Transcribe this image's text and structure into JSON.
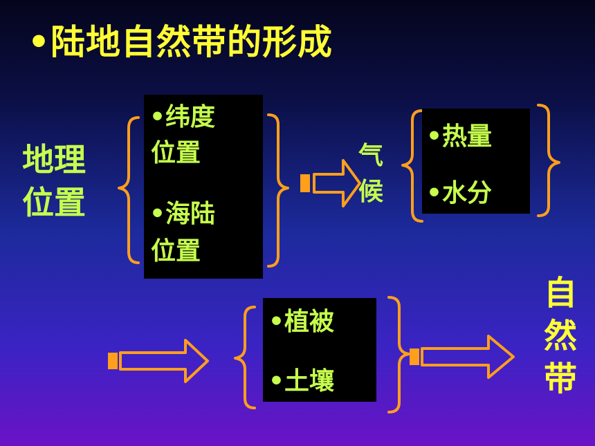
{
  "title": "•陆地自然带的形成",
  "geography": {
    "line1": "地理",
    "line2": "位置"
  },
  "position_box": {
    "latitude_line1": "•纬度",
    "latitude_line2": "位置",
    "land_sea_line1": "•海陆",
    "land_sea_line2": "位置"
  },
  "climate": {
    "line1": "气",
    "line2": "候"
  },
  "climate_box": {
    "heat": "•热量",
    "water": "•水分"
  },
  "soil_box": {
    "vegetation": "•植被",
    "soil": "•土壤"
  },
  "nature_zone": {
    "c1": "自",
    "c2": "然",
    "c3": "带"
  },
  "colors": {
    "title": "#ffff33",
    "text": "#c6ff4d",
    "accent": "#ff9f1c",
    "box": "#000000"
  }
}
